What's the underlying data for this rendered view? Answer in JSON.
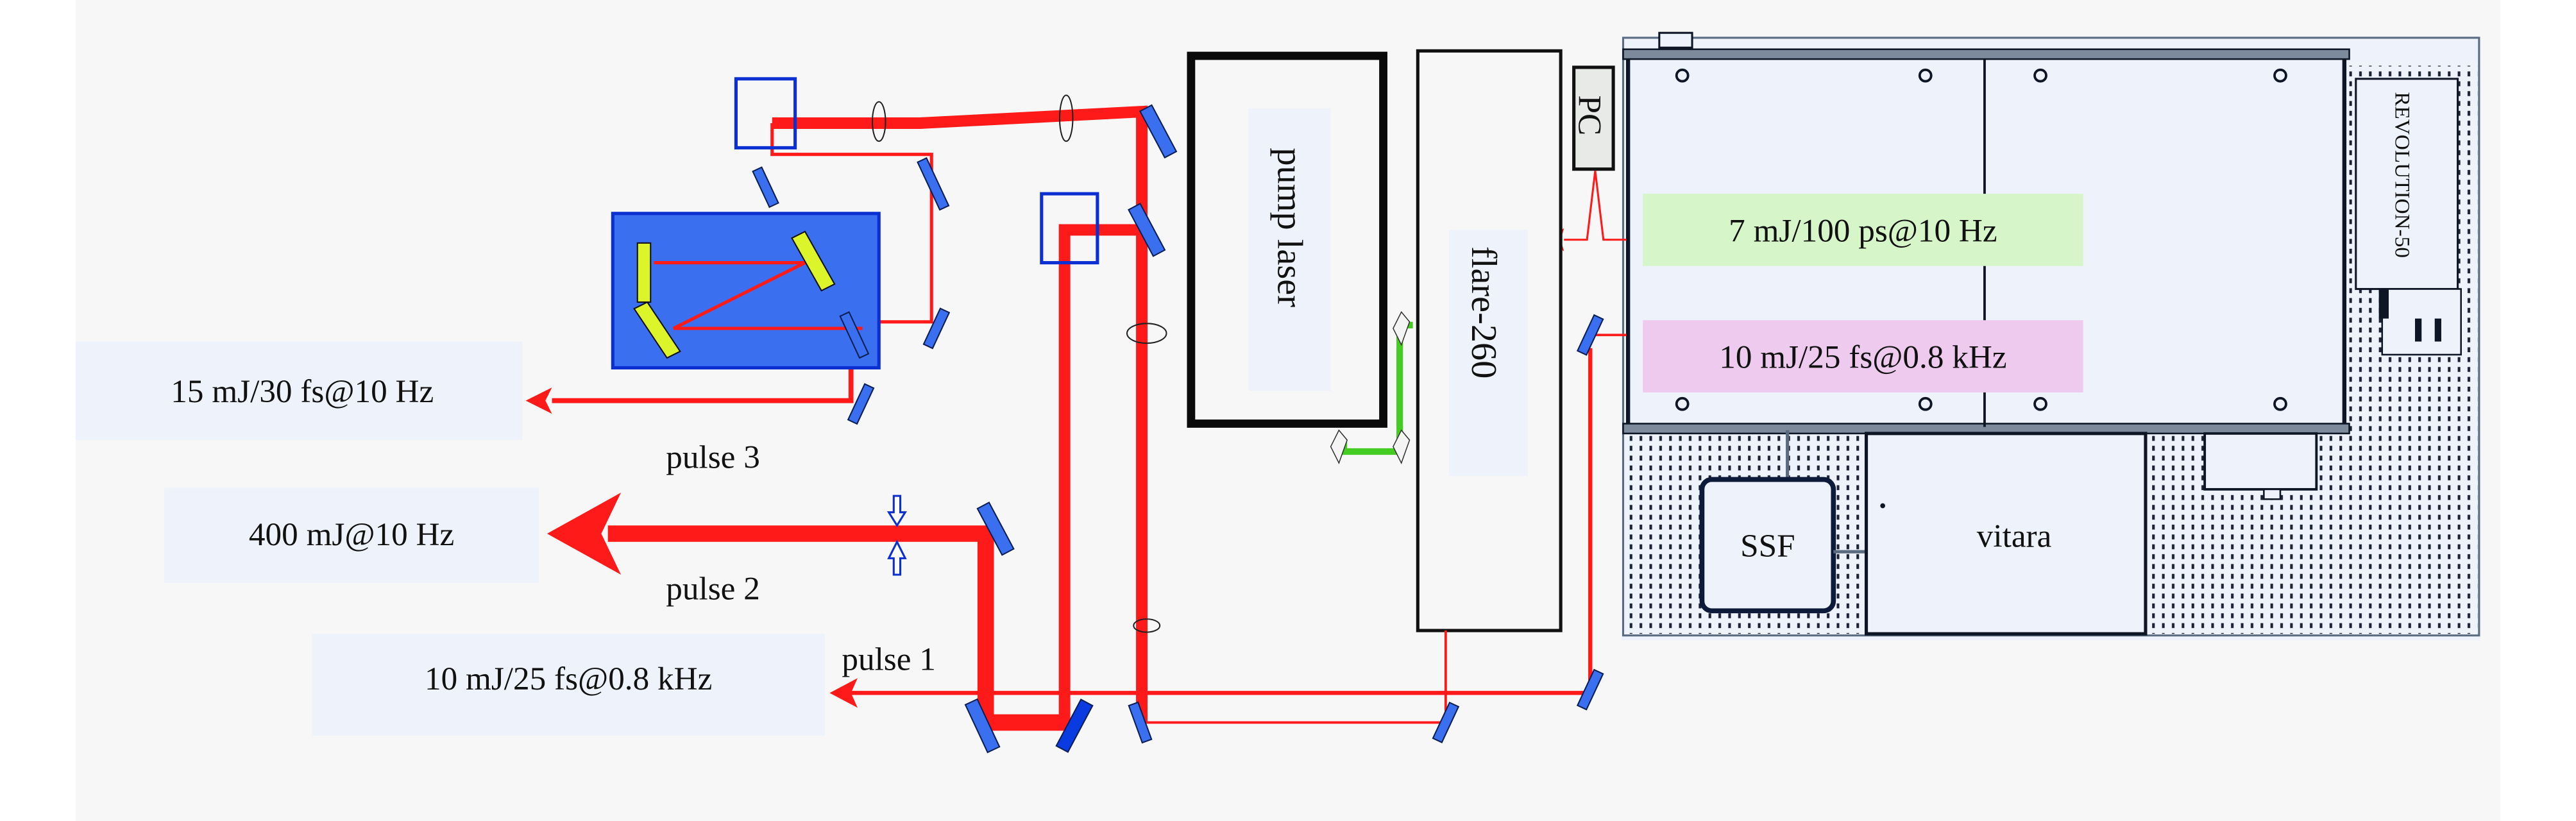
{
  "title": "Laser system layout",
  "components": {
    "pump_laser": "pump laser",
    "flare": "flare-260",
    "pc": "PC",
    "revolution": "REVOLUTION-50",
    "ssf": "SSF",
    "vitara": "vitara"
  },
  "outputs": {
    "pulse1_spec": "10 mJ/25 fs@0.8 kHz",
    "pulse2_spec": "400 mJ@10 Hz",
    "pulse3_spec": "15 mJ/30 fs@10 Hz",
    "seed_ps": "7 mJ/100 ps@10 Hz",
    "seed_fs": "10 mJ/25 fs@0.8 kHz"
  },
  "pulse_labels": {
    "pulse1": "pulse 1",
    "pulse2": "pulse 2",
    "pulse3": "pulse 3"
  },
  "colors": {
    "beam": "#ff1a1a",
    "mirror": "#3a6ff0",
    "compressor": "#3a6ff0",
    "grating": "#dcf52a",
    "green_beam": "#44cc22",
    "seed_ps_bg": "#d6f5c8",
    "seed_fs_bg": "#eecaef",
    "label_bg": "#eef3fb"
  }
}
